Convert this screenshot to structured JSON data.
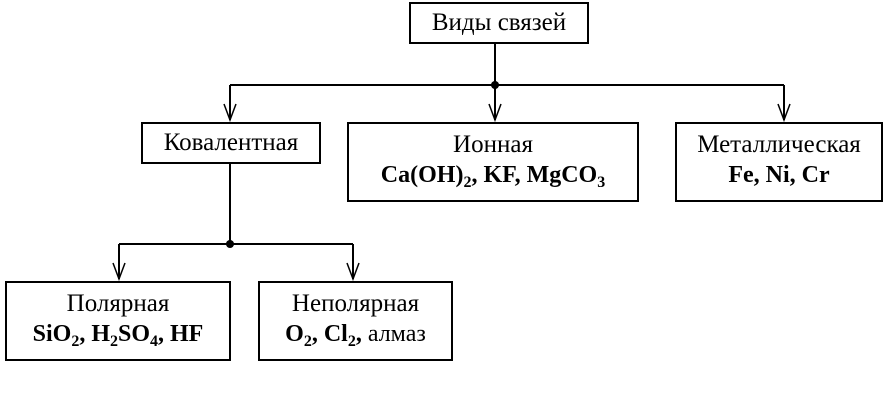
{
  "root": {
    "title": "Виды связей"
  },
  "covalent": {
    "title": "Ковалентная",
    "polar": {
      "title": "Полярная",
      "examples": {
        "f1": "SiO",
        "f1_sub": "2",
        "sep1": ", ",
        "f2a": "H",
        "f2a_sub": "2",
        "f2b": "SO",
        "f2b_sub": "4",
        "sep2": ", ",
        "f3": "HF"
      }
    },
    "nonpolar": {
      "title": "Неполярная",
      "examples": {
        "f1": "O",
        "f1_sub": "2",
        "sep1": ", ",
        "f2": "Cl",
        "f2_sub": "2",
        "sep2": ", ",
        "f3": "алмаз"
      }
    }
  },
  "ionic": {
    "title": "Ионная",
    "examples": {
      "f1": "Ca(OH)",
      "f1_sub": "2",
      "sep1": ", ",
      "f2": "KF",
      "sep2": ", ",
      "f3": "MgCO",
      "f3_sub": "3"
    }
  },
  "metallic": {
    "title": "Металлическая",
    "examples": {
      "f1": "Fe",
      "sep1": ", ",
      "f2": "Ni",
      "sep2": ", ",
      "f3": "Cr"
    }
  }
}
